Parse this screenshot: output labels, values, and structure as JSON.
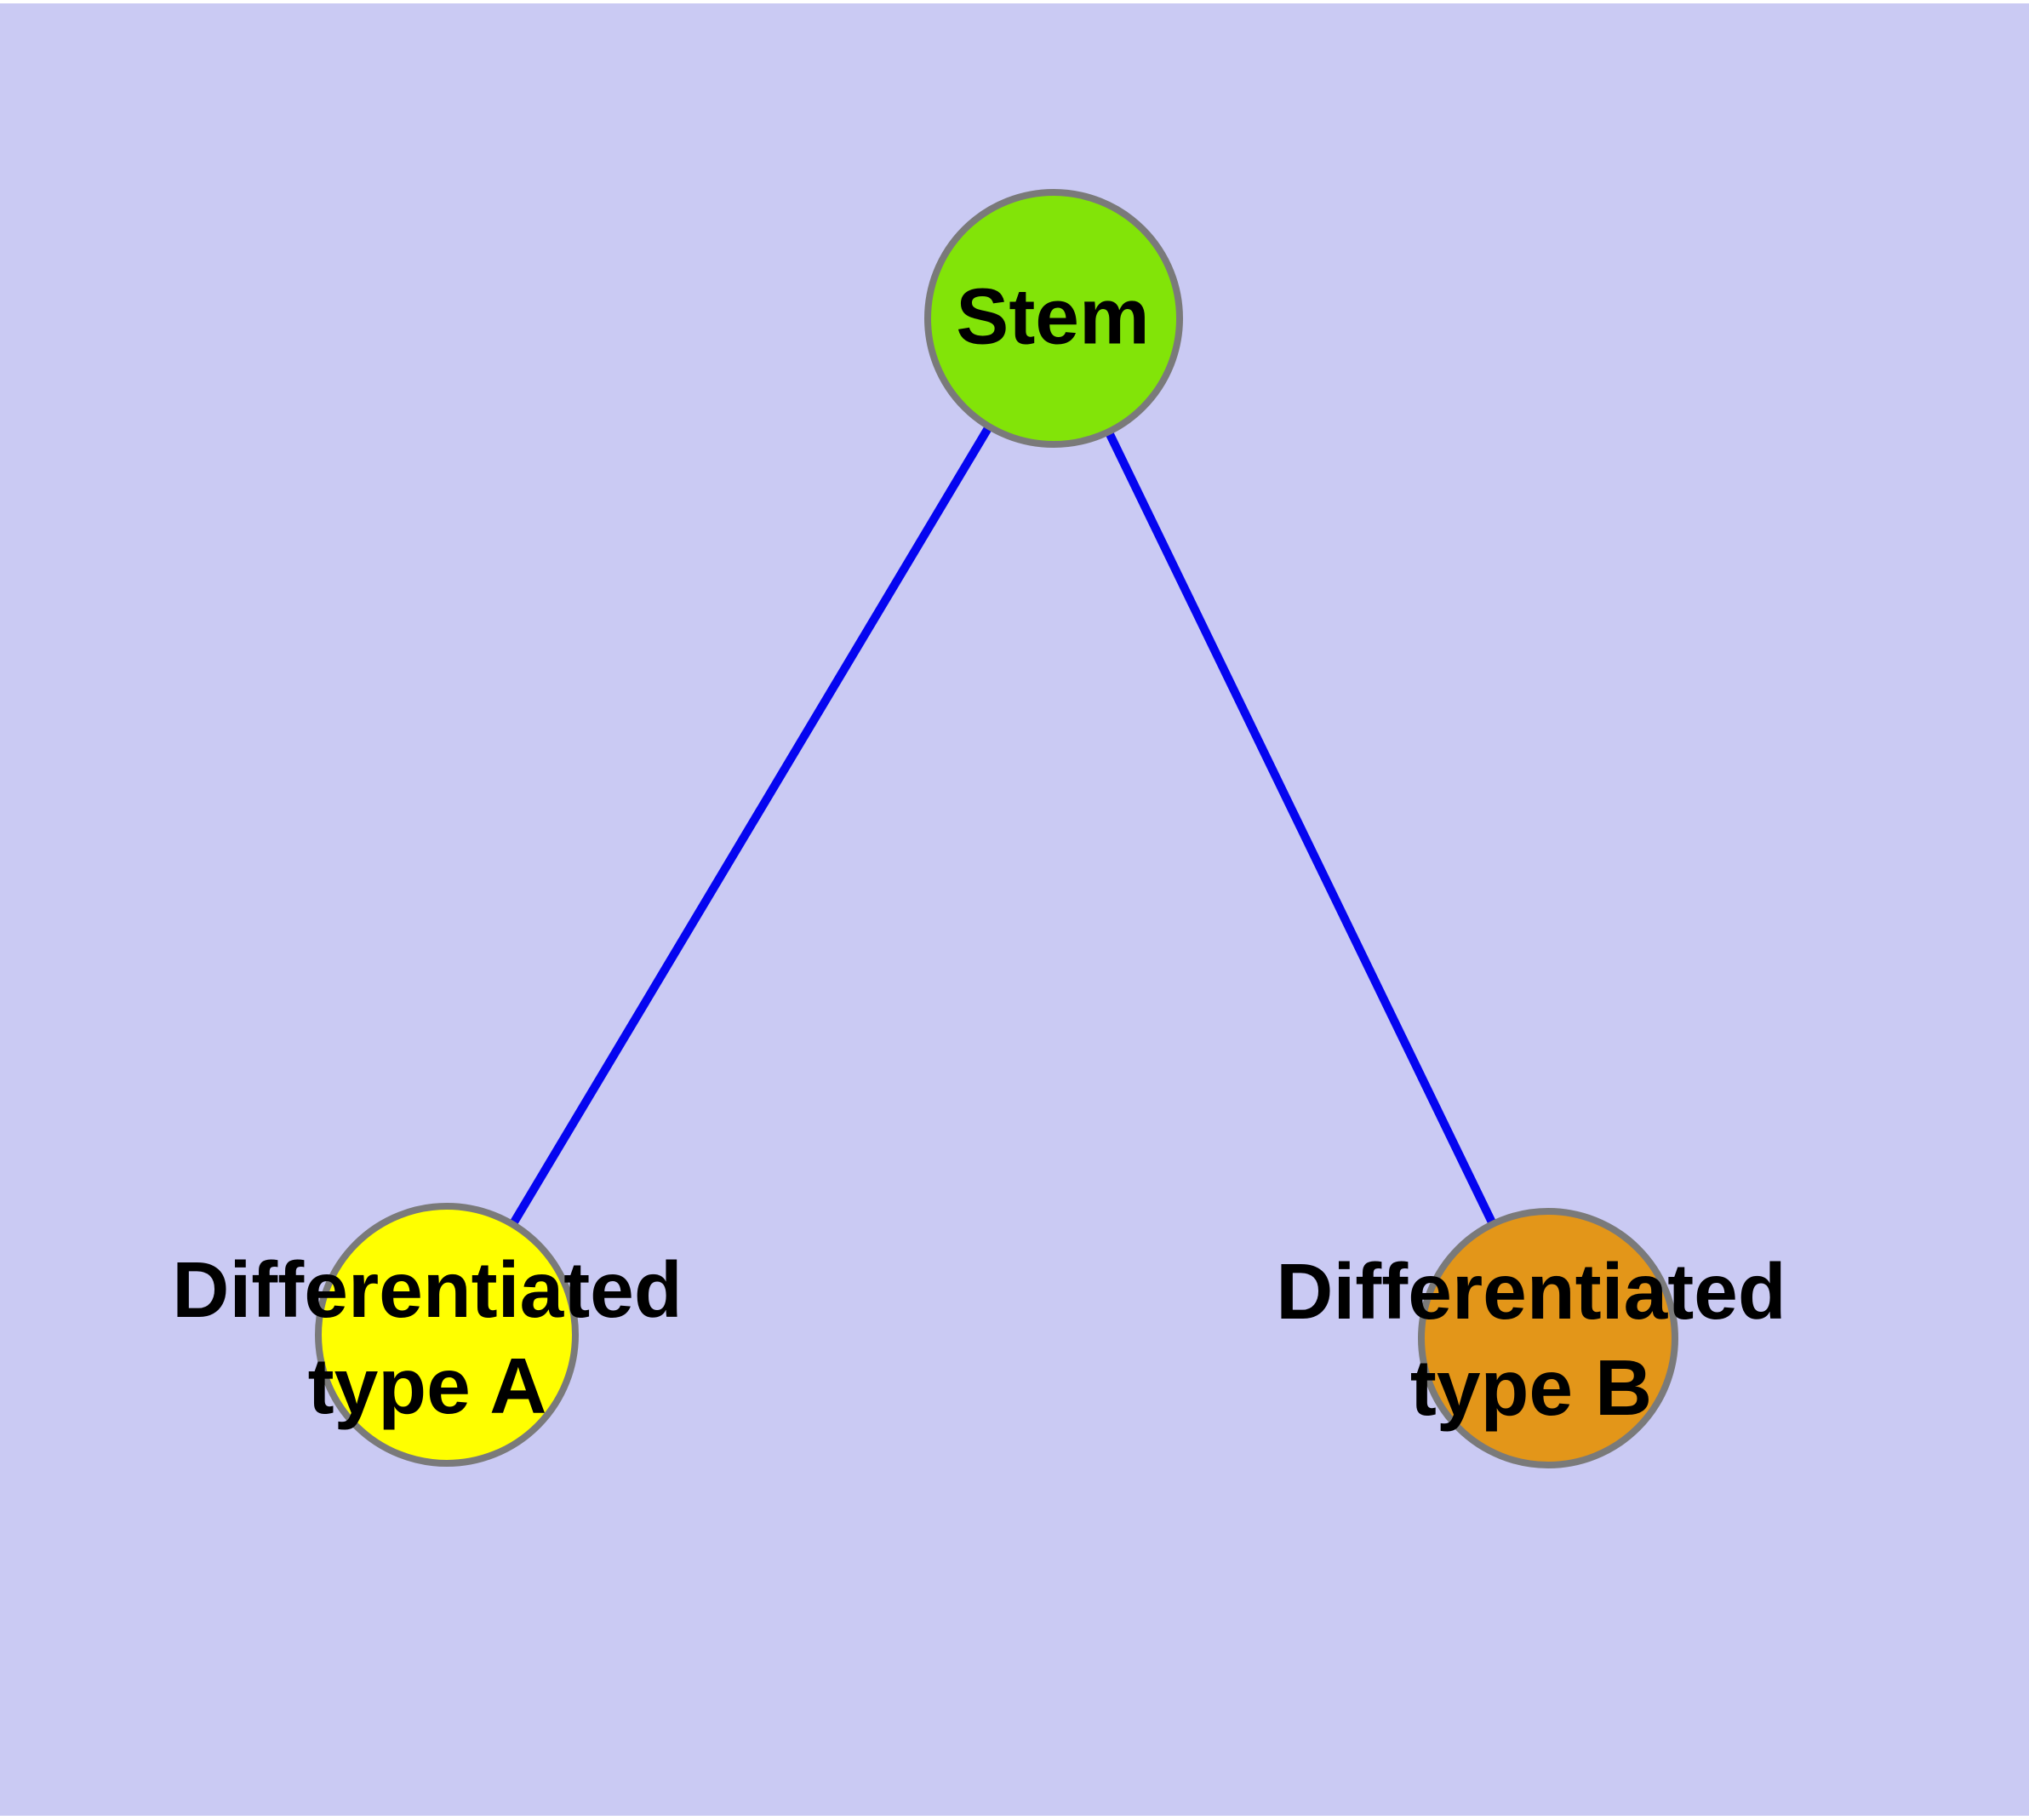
{
  "diagram": {
    "margin_color": "#ffffff",
    "background_color": "#cacaf3",
    "edge_color": "#0505f0",
    "node_border_color": "#7a7a7a",
    "text_color": "#000000",
    "nodes": {
      "stem": {
        "label": "Stem",
        "fill": "#82e408"
      },
      "type_a": {
        "label_line1": "Differentiated",
        "label_line2": "type A",
        "fill": "#ffff00"
      },
      "type_b": {
        "label_line1": "Differentiated",
        "label_line2": "type B",
        "fill": "#e39619"
      }
    },
    "edges": [
      {
        "from": "Stem",
        "to": "Differentiated type A"
      },
      {
        "from": "Stem",
        "to": "Differentiated type B"
      }
    ]
  }
}
